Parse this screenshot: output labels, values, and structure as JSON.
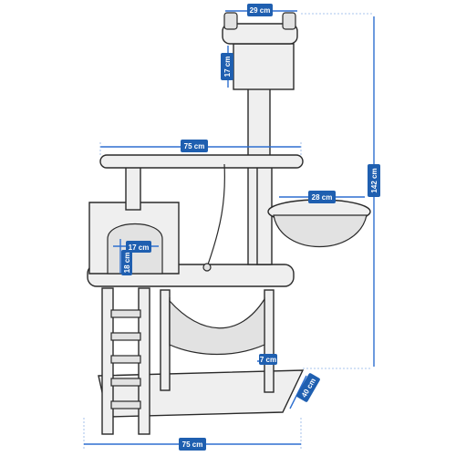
{
  "dimensions": {
    "top_platform_width": "29 cm",
    "top_box_height": "17 cm",
    "upper_shelf_width": "75 cm",
    "total_height": "142 cm",
    "basket_diameter": "28 cm",
    "house_opening_width": "17 cm",
    "house_opening_height": "18 cm",
    "base_width": "75 cm",
    "base_depth": "40 cm",
    "post_label": "7 cm"
  },
  "colors": {
    "dimension_fill": "#1f5fb0",
    "arrow": "#2e6fd0",
    "sketch_stroke": "#2a2a2a"
  }
}
